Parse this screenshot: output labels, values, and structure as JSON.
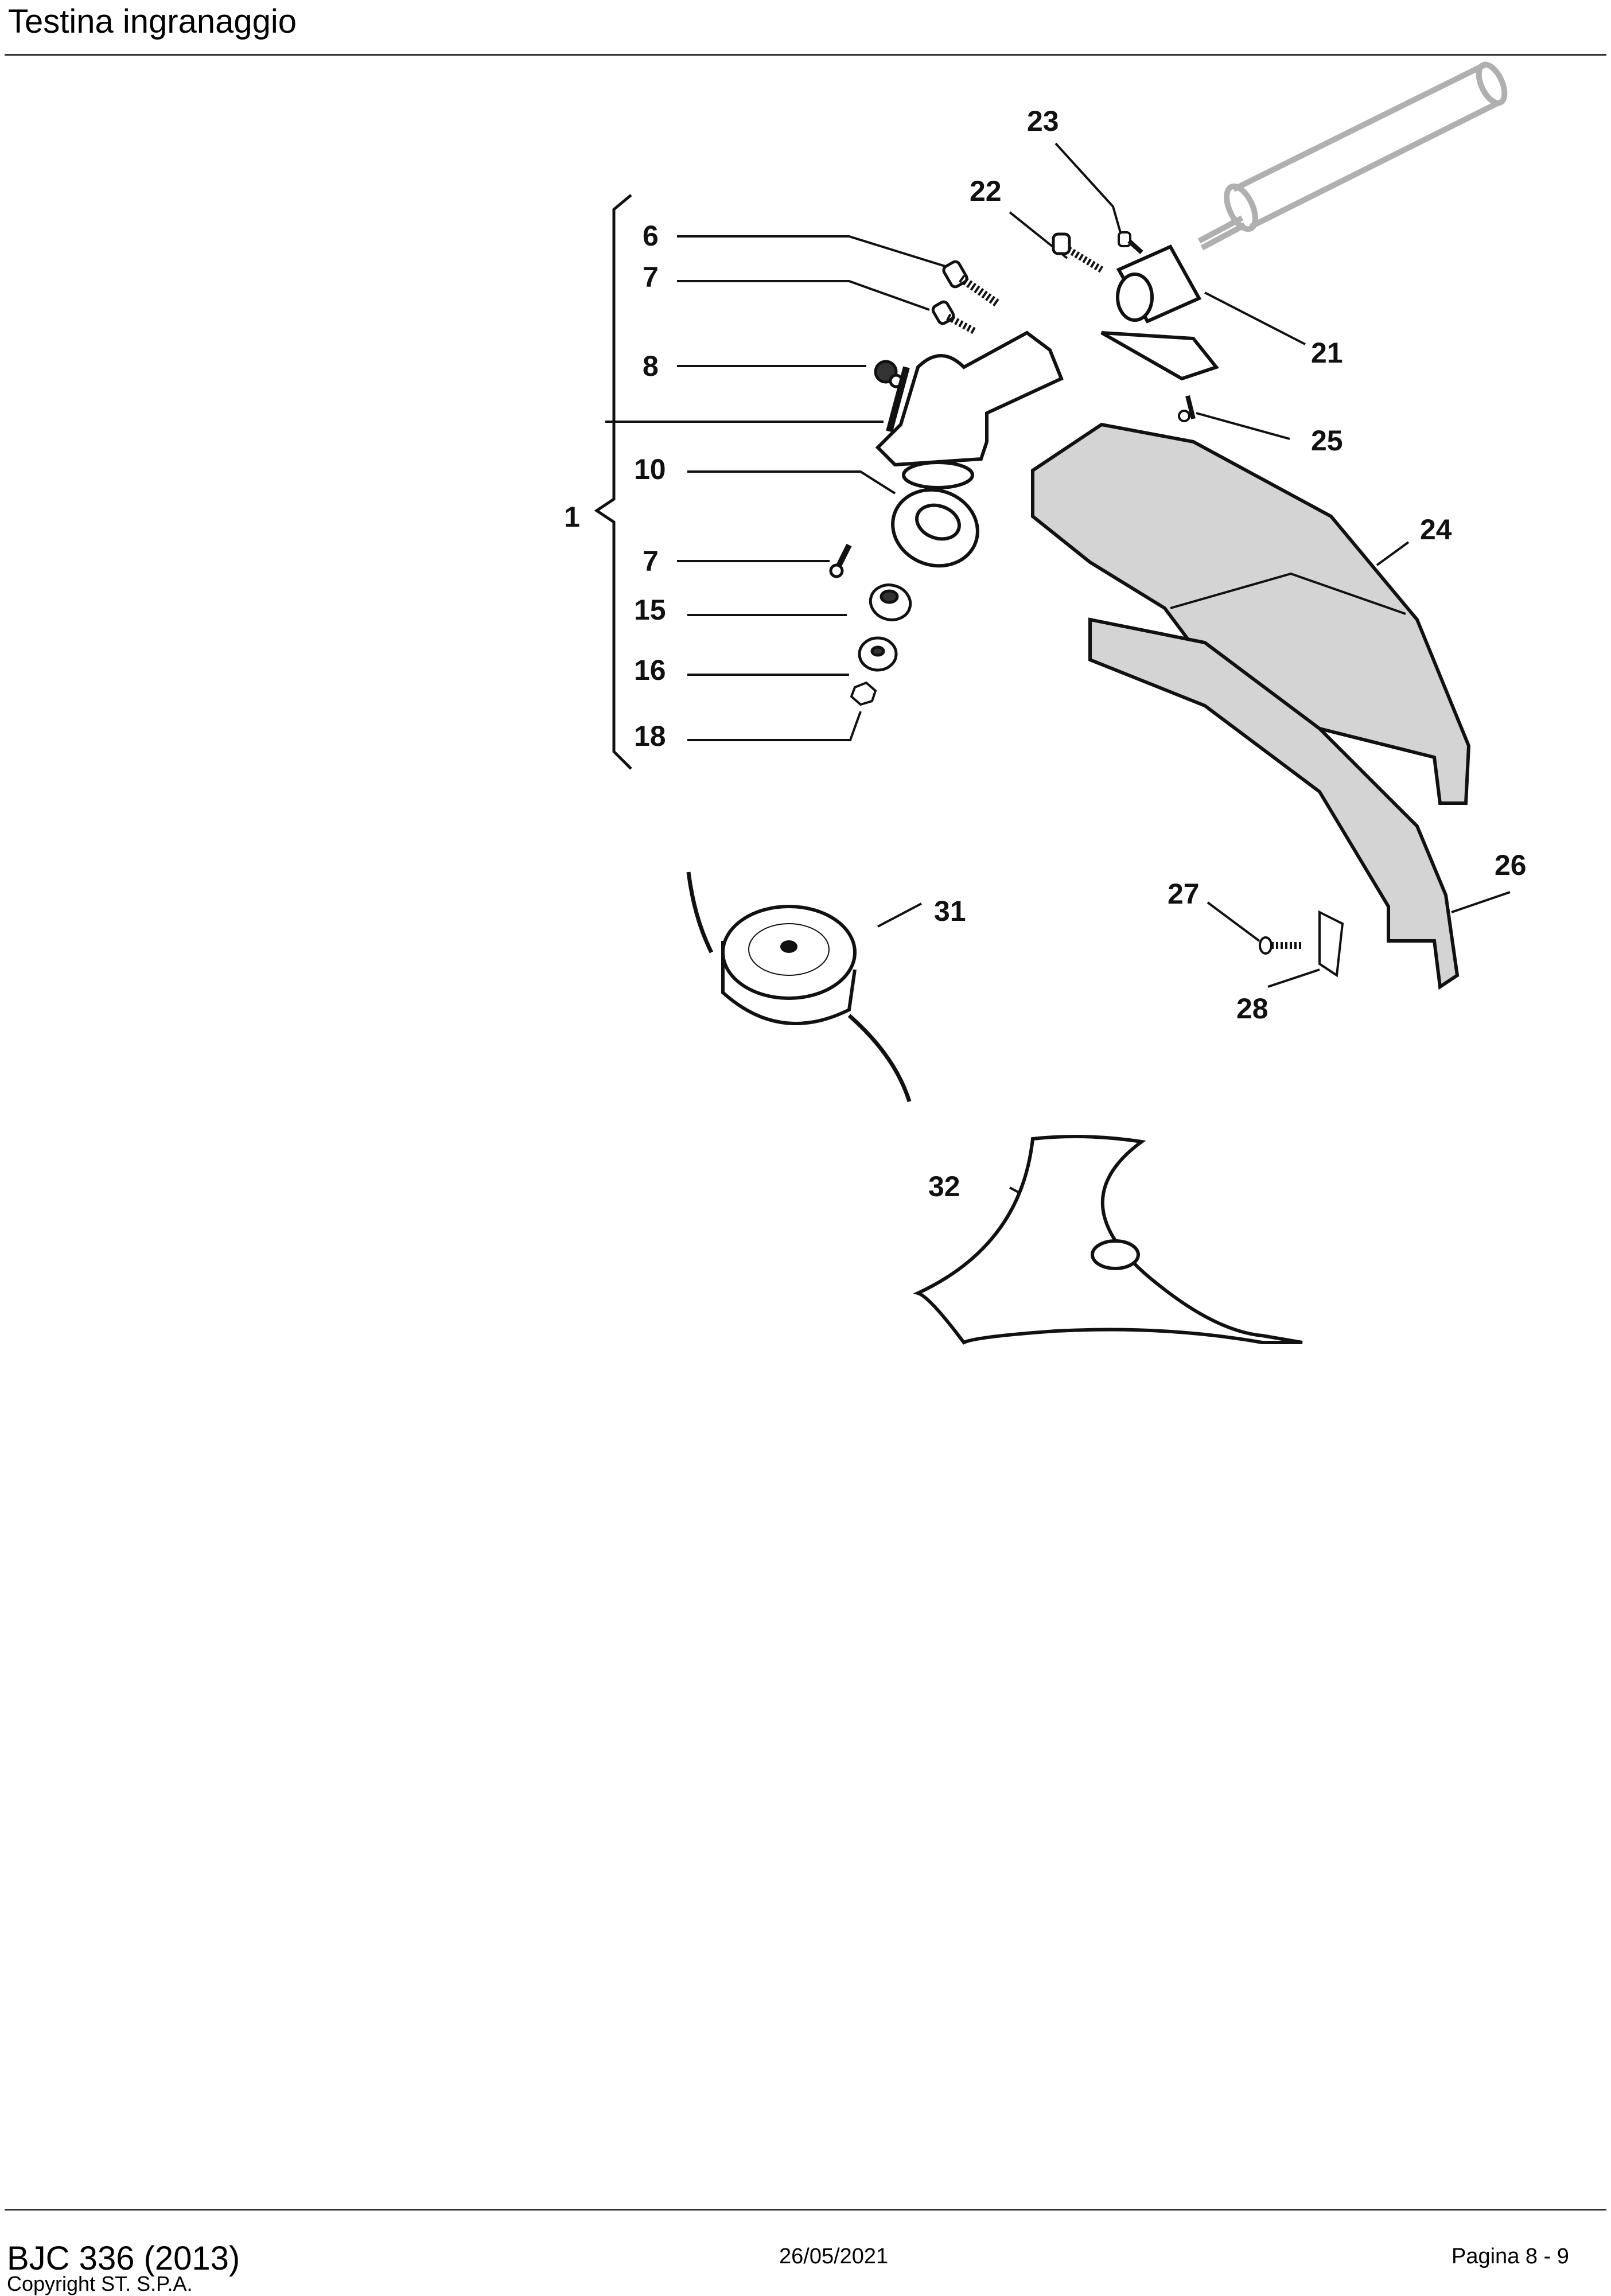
{
  "header": {
    "title": "Testina ingranaggio"
  },
  "diagram": {
    "group_label": "1",
    "callouts": {
      "c6": "6",
      "c7a": "7",
      "c8": "8",
      "c10": "10",
      "c7b": "7",
      "c15": "15",
      "c16": "16",
      "c18": "18",
      "c21": "21",
      "c22": "22",
      "c23": "23",
      "c24": "24",
      "c25": "25",
      "c26": "26",
      "c27": "27",
      "c28": "28",
      "c31": "31",
      "c32": "32"
    },
    "colors": {
      "line": "#111111",
      "guard_fill": "#d4d4d4",
      "shaft": "#b0b0b0"
    }
  },
  "footer": {
    "model": "BJC 336 (2013)",
    "copyright": "Copyright ST. S.P.A.",
    "date": "26/05/2021",
    "page": "Pagina 8 - 9"
  }
}
